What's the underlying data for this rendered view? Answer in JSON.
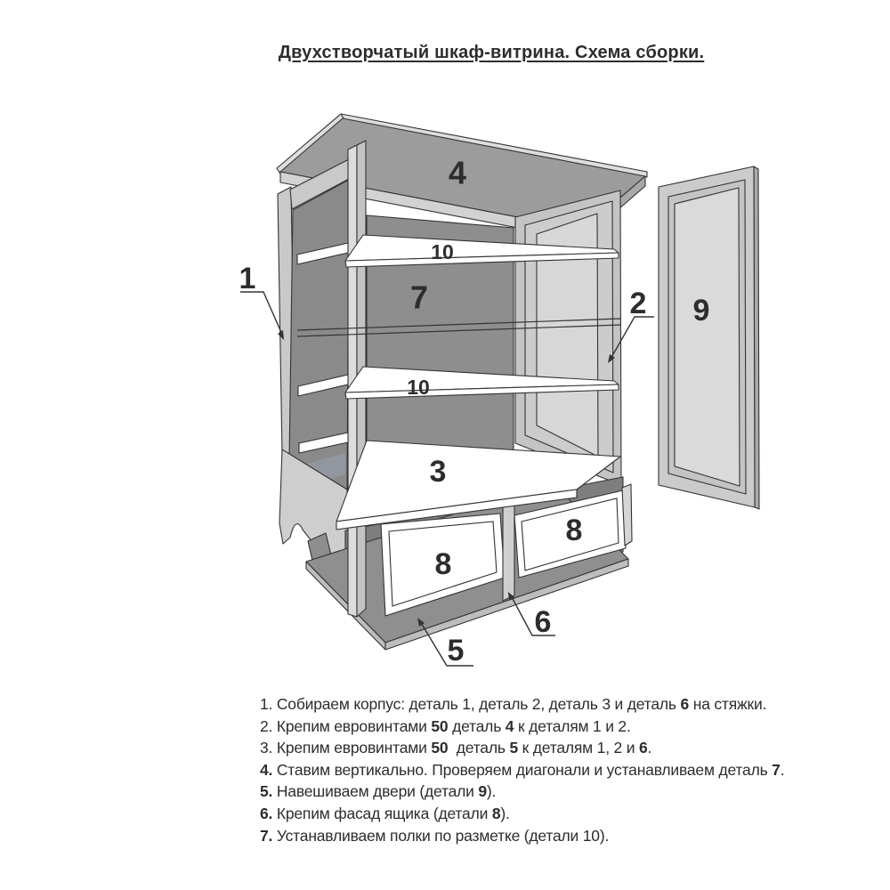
{
  "title": "Двухстворчатый шкаф-витрина. Схема сборки.",
  "diagram": {
    "part_labels": {
      "p1": "1",
      "p2": "2",
      "p3": "3",
      "p4": "4",
      "p5": "5",
      "p6": "6",
      "p7": "7",
      "p8": "8",
      "p9": "9",
      "p10": "10"
    }
  },
  "instructions": [
    {
      "segments": [
        {
          "text": "1. Собираем корпус: деталь 1, деталь 2, деталь 3 и деталь ",
          "bold": false
        },
        {
          "text": "6",
          "bold": true
        },
        {
          "text": " на стяжки.",
          "bold": false
        }
      ]
    },
    {
      "segments": [
        {
          "text": "2. Крепим евровинтами ",
          "bold": false
        },
        {
          "text": "50",
          "bold": true
        },
        {
          "text": " деталь ",
          "bold": false
        },
        {
          "text": "4",
          "bold": true
        },
        {
          "text": " к деталям 1 и 2.",
          "bold": false
        }
      ]
    },
    {
      "segments": [
        {
          "text": "3. Крепим евровинтами ",
          "bold": false
        },
        {
          "text": "50",
          "bold": true
        },
        {
          "text": "  деталь ",
          "bold": false
        },
        {
          "text": "5",
          "bold": true
        },
        {
          "text": " к деталям 1, 2 и ",
          "bold": false
        },
        {
          "text": "6",
          "bold": true
        },
        {
          "text": ".",
          "bold": false
        }
      ]
    },
    {
      "segments": [
        {
          "text": "4.",
          "bold": true
        },
        {
          "text": " Ставим вертикально. Проверяем диагонали и устанавливаем деталь ",
          "bold": false
        },
        {
          "text": "7",
          "bold": true
        },
        {
          "text": ".",
          "bold": false
        }
      ]
    },
    {
      "segments": [
        {
          "text": "5.",
          "bold": true
        },
        {
          "text": " Навешиваем двери (детали ",
          "bold": false
        },
        {
          "text": "9",
          "bold": true
        },
        {
          "text": ").",
          "bold": false
        }
      ]
    },
    {
      "segments": [
        {
          "text": "6.",
          "bold": true
        },
        {
          "text": " Крепим фасад ящика (детали ",
          "bold": false
        },
        {
          "text": "8",
          "bold": true
        },
        {
          "text": ").",
          "bold": false
        }
      ]
    },
    {
      "segments": [
        {
          "text": "7.",
          "bold": true
        },
        {
          "text": " Устанавливаем полки по разметке (детали 10).",
          "bold": false
        }
      ]
    }
  ],
  "colors": {
    "outline": "#333333",
    "top_panel": "#9c9c9c",
    "back_panel": "#8e8e8e",
    "frame_light": "#c6c6c6",
    "glass_light": "#d7d7d7",
    "glass_dark": "#8a8a8a",
    "shelf_white": "#ffffff",
    "band_dark": "#7e7e7e",
    "base_panel": "#8f8f8f",
    "text": "#2d2d2d"
  }
}
